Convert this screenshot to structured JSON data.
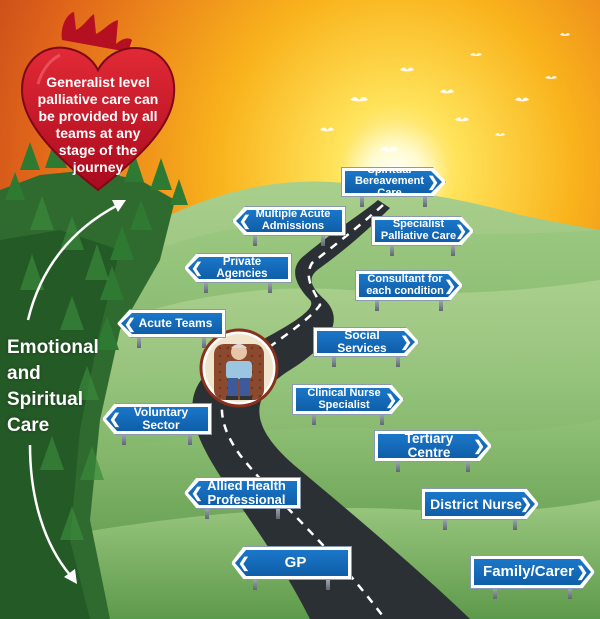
{
  "heart": {
    "lines": [
      "Generalist level",
      "palliative care can",
      "be provided by all",
      "teams at any",
      "stage of the",
      "journey"
    ]
  },
  "side_label": {
    "lines": [
      "Emotional",
      "and",
      "Spiritual",
      "Care"
    ]
  },
  "signs": [
    {
      "id": "spiritual-bereavement",
      "lines": [
        "Spiritual",
        "Bereavement Care"
      ],
      "dir": "right"
    },
    {
      "id": "multiple-acute",
      "lines": [
        "Multiple Acute",
        "Admissions"
      ],
      "dir": "left"
    },
    {
      "id": "specialist-palliative",
      "lines": [
        "Specialist",
        "Palliative Care"
      ],
      "dir": "right"
    },
    {
      "id": "private-agencies",
      "lines": [
        "Private",
        "Agencies"
      ],
      "dir": "left"
    },
    {
      "id": "consultant",
      "lines": [
        "Consultant for",
        "each condition"
      ],
      "dir": "right"
    },
    {
      "id": "acute-teams",
      "lines": [
        "Acute Teams"
      ],
      "dir": "left"
    },
    {
      "id": "social-services",
      "lines": [
        "Social Services"
      ],
      "dir": "right"
    },
    {
      "id": "clinical-nurse",
      "lines": [
        "Clinical Nurse",
        "Specialist"
      ],
      "dir": "right"
    },
    {
      "id": "voluntary-sector",
      "lines": [
        "Voluntary",
        "Sector"
      ],
      "dir": "left"
    },
    {
      "id": "tertiary-centre",
      "lines": [
        "Tertiary Centre"
      ],
      "dir": "right"
    },
    {
      "id": "allied-health",
      "lines": [
        "Allied Health",
        "Professional"
      ],
      "dir": "left"
    },
    {
      "id": "district-nurse",
      "lines": [
        "District Nurse"
      ],
      "dir": "right"
    },
    {
      "id": "gp",
      "lines": [
        "GP"
      ],
      "dir": "left"
    },
    {
      "id": "family-carer",
      "lines": [
        "Family/Carer"
      ],
      "dir": "right"
    }
  ],
  "colors": {
    "sign_blue": "#1565b8",
    "heart_red": "#c8102e",
    "sky_orange": "#f39a1c",
    "hill_green": "#7cb66a",
    "road": "#2a2f33"
  }
}
